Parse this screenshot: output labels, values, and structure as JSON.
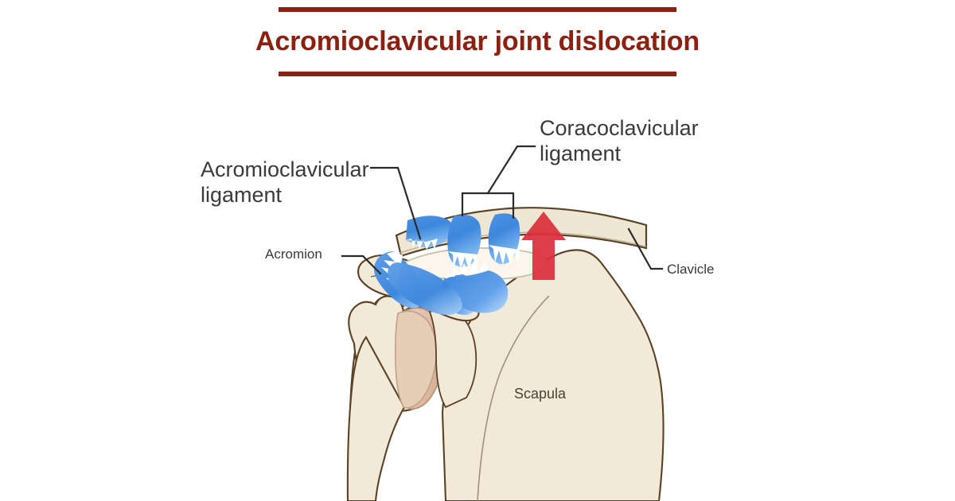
{
  "header": {
    "title": "Acromioclavicular joint dislocation",
    "accent_color": "#8c2111",
    "rule_top": "",
    "rule_bottom": ""
  },
  "illustration": {
    "type": "medical-anatomy-diagram",
    "subject": "right shoulder, anterior view, acromioclavicular joint dislocation",
    "colors": {
      "bone_fill": "#f2e9d8",
      "bone_outline": "#5a4226",
      "cartilage_fill": "#e0c3ab",
      "cartilage_outline": "#b99176",
      "ligament_blue_dark": "#3d87dd",
      "ligament_blue_light": "#78b2ec",
      "ligament_tear_white": "#ffffff",
      "arrow_red": "#d9303c",
      "leader_line": "#2b2b2b",
      "label_text": "#3a3a3a"
    },
    "labels": [
      {
        "id": "acromioclavicular",
        "text": "Acromioclavicular\nligament",
        "size": "big"
      },
      {
        "id": "coracoclavicular",
        "text": "Coracoclavicular\nligament",
        "size": "big"
      },
      {
        "id": "acromion",
        "text": "Acromion",
        "size": "small"
      },
      {
        "id": "clavicle",
        "text": "Clavicle",
        "size": "small"
      },
      {
        "id": "scapula",
        "text": "Scapula",
        "size": "onbone"
      }
    ],
    "annotations": {
      "displacement_arrow": "upward red arrow indicating superior displacement of clavicle",
      "bracket": "square bracket grouping the two coracoclavicular ligament bands",
      "torn_ligaments_count": 4
    }
  }
}
